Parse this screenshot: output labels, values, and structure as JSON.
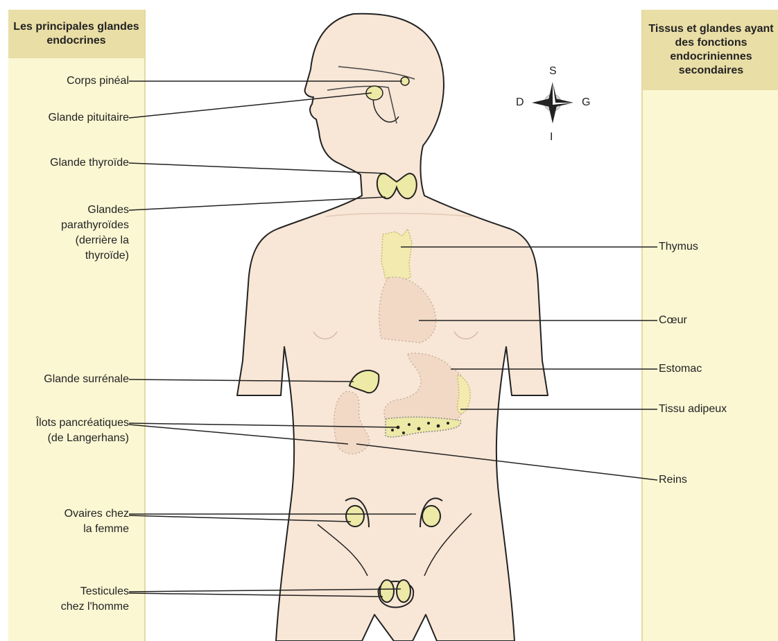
{
  "left_header": "Les principales glandes endocrines",
  "right_header": "Tissus et glandes ayant des fonctions endocriniennes secondaires",
  "left_labels": [
    {
      "lines": [
        "Corps pinéal"
      ]
    },
    {
      "lines": [
        "Glande pituitaire"
      ]
    },
    {
      "lines": [
        "Glande thyroïde"
      ]
    },
    {
      "lines": [
        "Glandes",
        "parathyroïdes",
        "(derrière la",
        "thyroïde)"
      ]
    },
    {
      "lines": [
        "Glande surrénale"
      ]
    },
    {
      "lines": [
        "Îlots pancréatiques",
        "(de Langerhans)"
      ]
    },
    {
      "lines": [
        "Ovaires chez",
        "la femme"
      ]
    },
    {
      "lines": [
        "Testicules",
        "chez l'homme"
      ]
    }
  ],
  "right_labels": [
    "Thymus",
    "Cœur",
    "Estomac",
    "Tissu adipeux",
    "Reins"
  ],
  "compass": {
    "top": "S",
    "bottom": "I",
    "left": "D",
    "right": "G"
  },
  "colors": {
    "column_bg": "#fbf7d3",
    "header_bg": "#e9dea6",
    "skin": "#f8e6d6",
    "gland": "#ede9a6",
    "organ": "#f1d9c6"
  }
}
